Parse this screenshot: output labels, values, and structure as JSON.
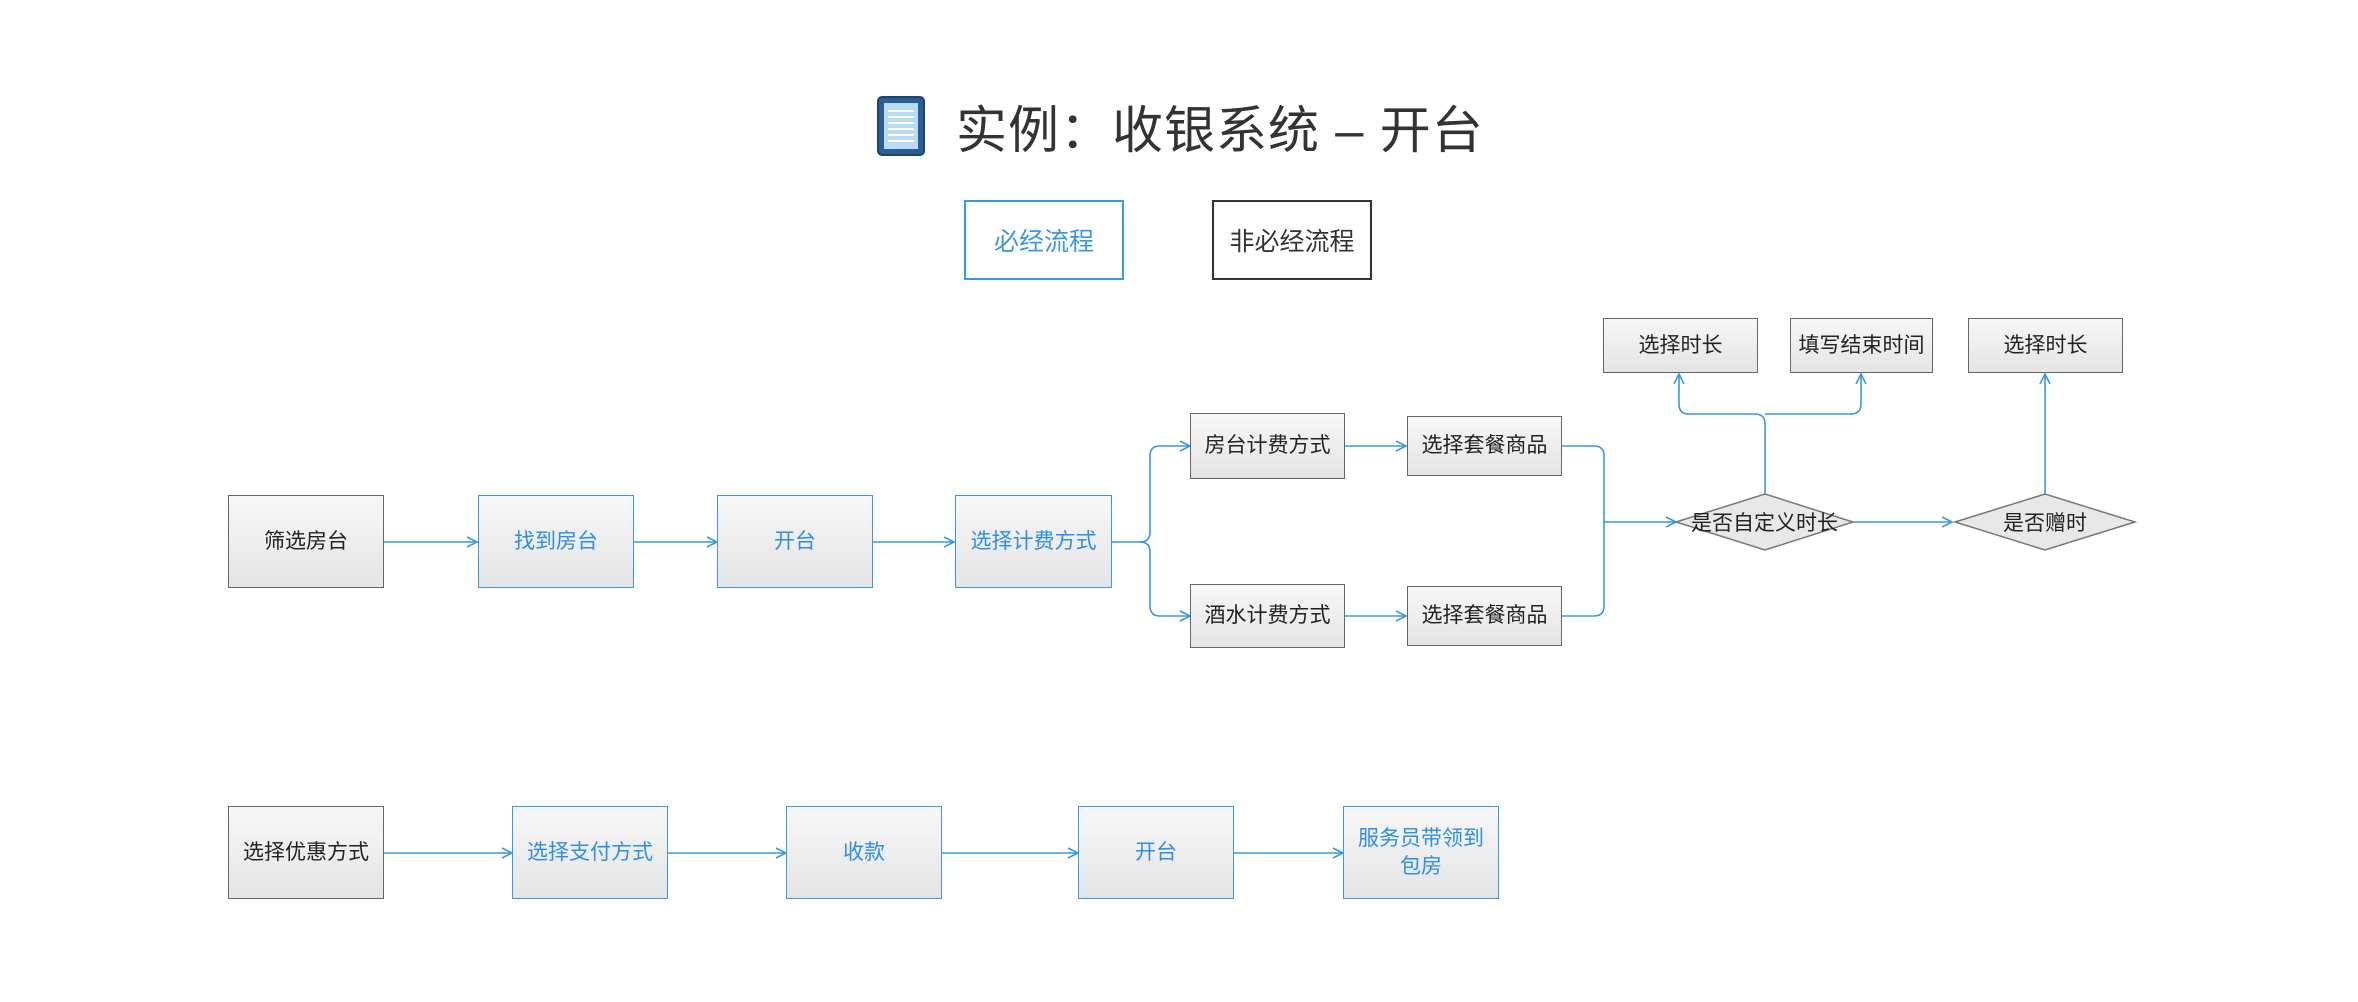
{
  "title": "实例：收银系统 – 开台",
  "legend": {
    "required": "必经流程",
    "optional": "非必经流程"
  },
  "colors": {
    "required": "#3a98e0",
    "optional": "#333333",
    "connector": "#3a98e0"
  },
  "icons": {
    "title_icon": "document-icon"
  },
  "row1": {
    "filter_room": "筛选房台",
    "find_room": "找到房台",
    "open_table": "开台",
    "choose_billing": "选择计费方式",
    "room_billing": "房台计费方式",
    "drink_billing": "酒水计费方式",
    "package_a": "选择套餐商品",
    "package_b": "选择套餐商品",
    "custom_duration": "是否自定义时长",
    "choose_duration_a": "选择时长",
    "end_time": "填写结束时间",
    "gift_time": "是否赠时",
    "choose_duration_b": "选择时长"
  },
  "row2": {
    "discount": "选择优惠方式",
    "payment": "选择支付方式",
    "collect": "收款",
    "open_table": "开台",
    "escort": "服务员带领到包房"
  }
}
